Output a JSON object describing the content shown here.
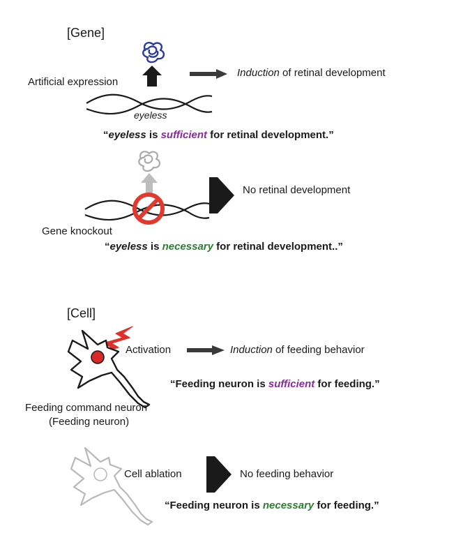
{
  "gene": {
    "header": "[Gene]",
    "artificial_expression": "Artificial expression",
    "gene_name": "eyeless",
    "induction_word": "Induction",
    "induction_rest": " of retinal development",
    "sufficient_quote": {
      "open": "“",
      "gene": "eyeless",
      "is": " is ",
      "keyword": "sufficient",
      "rest": " for retinal development.”"
    },
    "no_development": "No retinal development",
    "knockout": "Gene knockout",
    "necessary_quote": {
      "open": "“",
      "gene": "eyeless",
      "is": " is ",
      "keyword": "necessary",
      "rest": " for retinal development..”"
    }
  },
  "cell": {
    "header": "[Cell]",
    "activation": "Activation",
    "induction_word": "Induction",
    "induction_rest": " of feeding behavior",
    "sufficient_quote": {
      "lead": "“Feeding neuron is ",
      "keyword": "sufficient",
      "rest": " for feeding.”"
    },
    "neuron_label_line1": "Feeding command neuron",
    "neuron_label_line2": "(Feeding neuron)",
    "ablation": "Cell ablation",
    "no_behavior": "No feeding behavior",
    "necessary_quote": {
      "lead": "“Feeding neuron is ",
      "keyword": "necessary",
      "rest": " for feeding.”"
    }
  },
  "colors": {
    "sufficient": "#8a2aa0",
    "necessary": "#2e7d32",
    "protein": "#2b3a9e",
    "prohibit": "#e03a2e",
    "activation_bolt": "#e0302a",
    "neuron_body": "#d82828"
  }
}
